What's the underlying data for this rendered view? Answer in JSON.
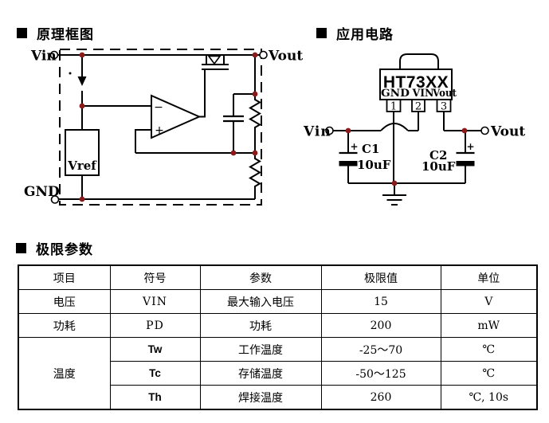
{
  "sections": {
    "block_diagram_title": "原理框图",
    "app_circuit_title": "应用电路",
    "limits_title": "极限参数"
  },
  "block_diagram": {
    "vin_label": "Vin",
    "vout_label": "Vout",
    "gnd_label": "GND",
    "vref_label": "Vref",
    "opamp_minus": "−",
    "opamp_plus": "+"
  },
  "app_circuit": {
    "chip_name": "HT73XX",
    "pin_labels": [
      "GND",
      "VIN",
      "Vout"
    ],
    "pin_numbers": [
      "1",
      "2",
      "3"
    ],
    "vin_label": "Vin",
    "vout_label": "Vout",
    "c1_ref": "C1",
    "c1_val": "10uF",
    "c1_plus": "+",
    "c2_ref": "C2",
    "c2_val": "10uF",
    "c2_plus": "+"
  },
  "limits_table": {
    "headers": [
      "项目",
      "符号",
      "参数",
      "极限值",
      "单位"
    ],
    "rows": [
      {
        "item": "电压",
        "symbol": "VIN",
        "param": "最大输入电压",
        "limit": "15",
        "unit": "V"
      },
      {
        "item": "功耗",
        "symbol": "PD",
        "param": "功耗",
        "limit": "200",
        "unit": "mW"
      },
      {
        "item": "温度",
        "symbol": "Tw",
        "param": "工作温度",
        "limit": "-25～70",
        "unit": "℃"
      },
      {
        "symbol": "Tc",
        "param": "存储温度",
        "limit": "-50～125",
        "unit": "℃"
      },
      {
        "symbol": "Th",
        "param": "焊接温度",
        "limit": "260",
        "unit": "℃, 10s"
      }
    ]
  },
  "colors": {
    "junction_dot": "#8b1a1a",
    "line": "#000000"
  }
}
